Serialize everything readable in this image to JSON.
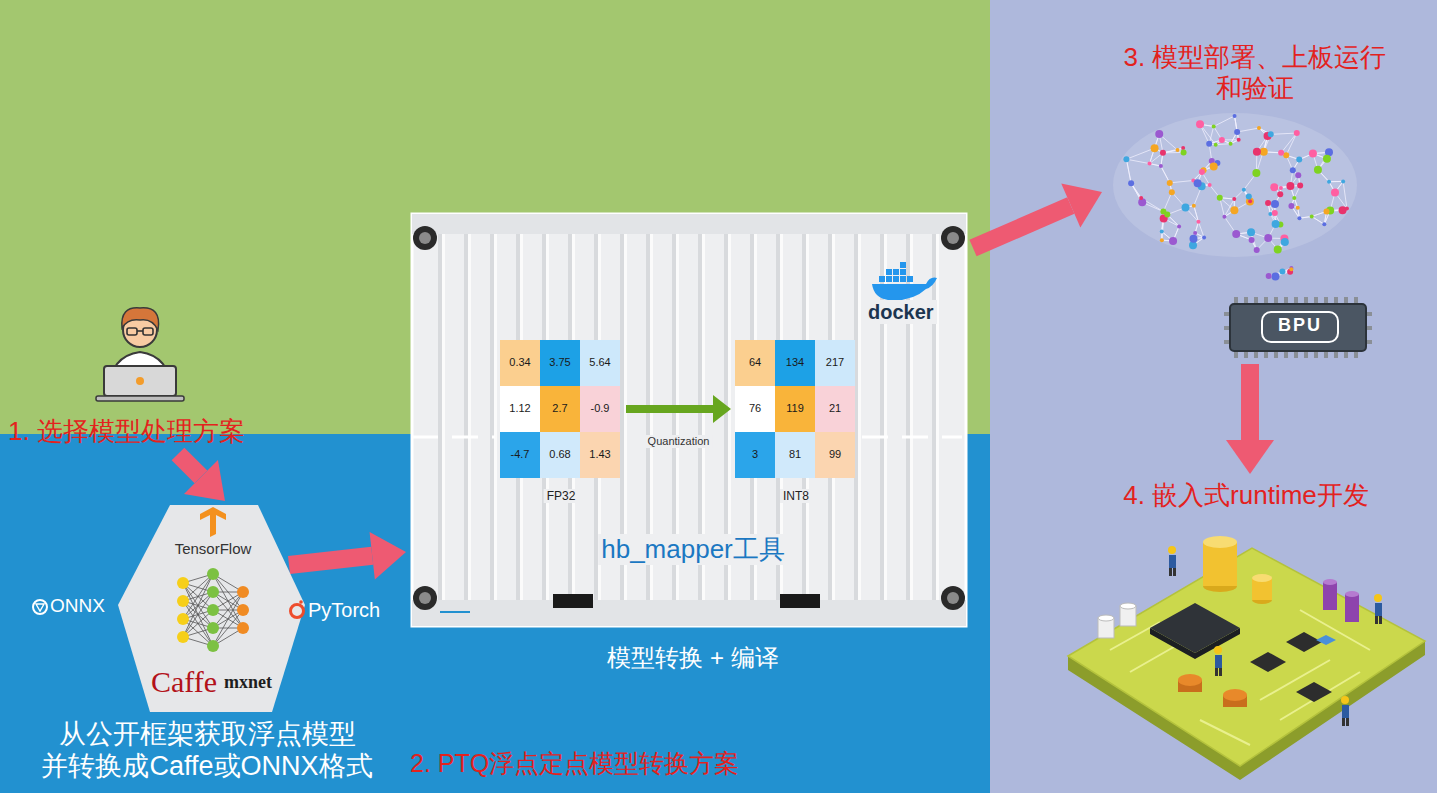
{
  "diagram": {
    "nodes": [
      {
        "text": [
          "1. 选择模型处理方案"
        ]
      },
      {
        "text": [
          "TensorFlow",
          "ONNX",
          "PyTorch",
          "Caffe",
          "mxnet",
          "从公开框架获取浮点模型 并转换成Caffe或ONNX格式"
        ]
      },
      {
        "text": [
          "docker",
          "hb_mapper工具",
          "模型转换 + 编译"
        ]
      },
      {
        "text": [
          "FP32"
        ],
        "in": 2
      },
      {
        "text": [
          "INT8"
        ],
        "in": 2
      },
      {
        "text": [
          "3. 模型部署、上板运行 和验证"
        ]
      },
      {
        "text": [
          "BPU"
        ]
      },
      {
        "text": [
          "4. 嵌入式runtime开发"
        ]
      }
    ],
    "edges": [
      {
        "from": 0,
        "to": 1,
        "arrow": "to"
      },
      {
        "from": 1,
        "to": 2,
        "arrow": "to"
      },
      {
        "from": 3,
        "to": 4,
        "arrow": "to",
        "label": "Quantization"
      },
      {
        "from": 2,
        "to": 5,
        "arrow": "to"
      },
      {
        "from": 6,
        "to": 7,
        "arrow": "to"
      }
    ],
    "labels": [
      "0.34",
      "3.75",
      "5.64",
      "1.12",
      "2.7",
      "-0.9",
      "-4.7",
      "0.68",
      "1.43",
      "64",
      "134",
      "217",
      "76",
      "119",
      "21",
      "3",
      "81",
      "99",
      "2. PTQ浮点定点模型转换方案"
    ]
  }
}
